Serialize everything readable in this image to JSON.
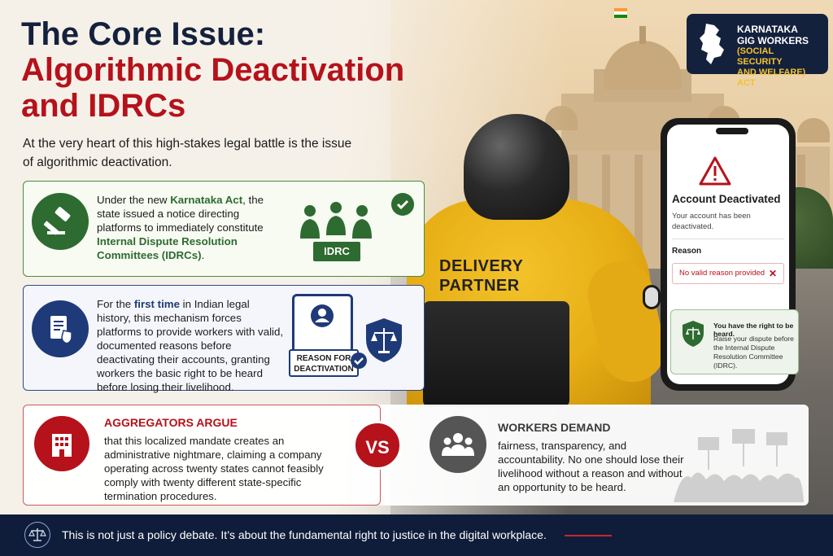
{
  "headline": {
    "line1": "The Core Issue:",
    "line2": "Algorithmic Deactivation and IDRCs"
  },
  "intro": "At the very heart of this high-stakes legal battle is the issue of algorithmic deactivation.",
  "act_badge": {
    "line1": "KARNATAKA",
    "line2": "GIG WORKERS",
    "line3": "(SOCIAL SECURITY",
    "line4": "AND WELFARE) ACT"
  },
  "card1": {
    "pre": "Under the new ",
    "highlight1": "Karnataka Act",
    "mid": ", the state issued a notice directing platforms to immediately constitute ",
    "highlight2": "Internal Dispute Resolution Committees (IDRCs)",
    "post": ".",
    "tag": "IDRC"
  },
  "card2": {
    "pre": "For the ",
    "highlight": "first time",
    "post": " in Indian legal history, this mechanism forces platforms to provide workers with valid, documented reasons before deactivating their accounts, granting workers the basic right to be heard before losing their livelihood.",
    "tag": "REASON FOR DEACTIVATION"
  },
  "jacket": {
    "line1": "DELIVERY",
    "line2": "PARTNER"
  },
  "phone": {
    "title": "Account Deactivated",
    "desc": "Your account has been deactivated.",
    "reason_label": "Reason",
    "reason_value": "No valid reason provided",
    "reason_x": "✕"
  },
  "right_card": {
    "title": "You have the right to be heard.",
    "desc": "Raise your dispute before the Internal Dispute Resolution Committee (IDRC)."
  },
  "aggregators": {
    "title": "AGGREGATORS ARGUE",
    "text": "that this localized mandate creates an administrative nightmare, claiming a company operating across twenty states cannot feasibly comply with twenty different state-specific termination procedures."
  },
  "vs": "VS",
  "workers": {
    "title": "WORKERS DEMAND",
    "text": "fairness, transparency, and accountability. No one should lose their livelihood without a reason and without an opportunity to be heard."
  },
  "footer": "This is not just a policy debate. It’s about the fundamental right to justice in the digital workplace.",
  "colors": {
    "navy": "#14213d",
    "red": "#b5121b",
    "green": "#2e6b30",
    "blue": "#1f3a78",
    "yellow": "#f2c230"
  }
}
